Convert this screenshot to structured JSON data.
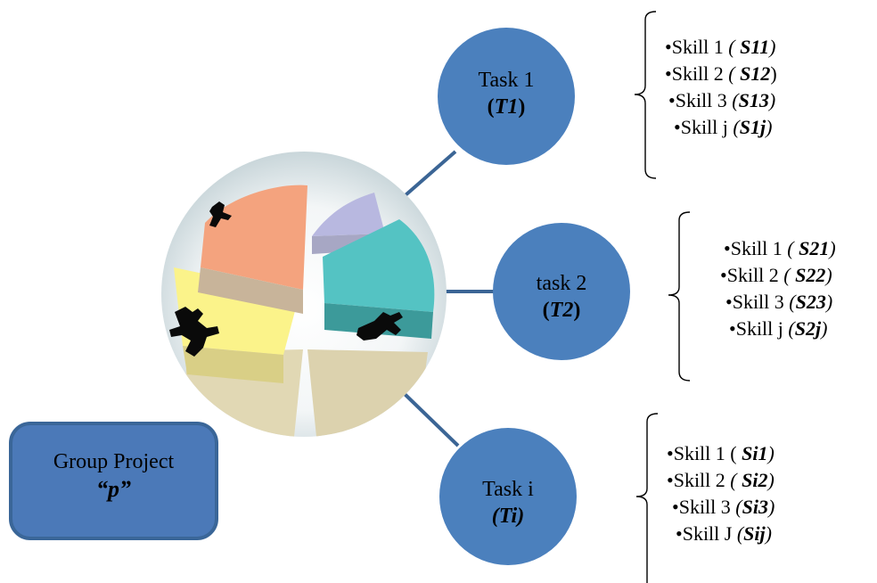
{
  "colors": {
    "task_circle": "#4b80bd",
    "connector": "#3b6595",
    "project_box_fill": "#4b79b8",
    "project_box_border": "#3a6698",
    "slice_orange": "#f4a37e",
    "slice_lavender": "#b8b8e0",
    "slice_teal": "#54c3c3",
    "slice_yellow": "#fbf38a"
  },
  "project": {
    "title": "Group Project",
    "symbol": "“p”"
  },
  "tasks": [
    {
      "name": "Task 1",
      "open": "(",
      "code": "T1",
      "close": ")",
      "skills": [
        {
          "label": "•Skill 1 ",
          "open": "( ",
          "code": "S11",
          "close": ")"
        },
        {
          "label": "•Skill 2 ",
          "open": "( ",
          "code": "S12",
          "close": ")"
        },
        {
          "label": "•Skill 3 ",
          "open": "(",
          "code": "S13",
          "close": ")"
        },
        {
          "label": "•Skill j  ",
          "open": "(",
          "code": "S1j",
          "close": ")"
        }
      ]
    },
    {
      "name": "task 2",
      "open": "(",
      "code": "T2",
      "close": ")",
      "skills": [
        {
          "label": "•Skill 1 ",
          "open": "( ",
          "code": "S21",
          "close": ")"
        },
        {
          "label": "•Skill 2 ",
          "open": "( ",
          "code": "S22",
          "close": ")"
        },
        {
          "label": "•Skill 3 ",
          "open": "(",
          "code": "S23",
          "close": ")"
        },
        {
          "label": "•Skill j  ",
          "open": "(",
          "code": "S2j",
          "close": ")"
        }
      ]
    },
    {
      "name": "Task i",
      "open": "(",
      "code": "Ti",
      "close": ")",
      "skills": [
        {
          "label": "•Skill 1 ",
          "open": "( ",
          "code": "Si1",
          "close": ")"
        },
        {
          "label": "•Skill 2 ",
          "open": "( ",
          "code": "Si2",
          "close": ")"
        },
        {
          "label": "•Skill 3 ",
          "open": "(",
          "code": "Si3",
          "close": ")"
        },
        {
          "label": "•Skill J  ",
          "open": "(",
          "code": "Sij",
          "close": ")"
        }
      ]
    }
  ]
}
